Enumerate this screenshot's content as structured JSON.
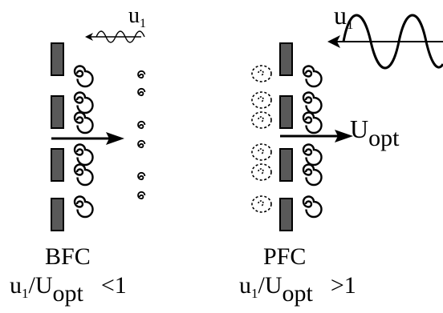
{
  "panels": {
    "left": {
      "name": "BFC",
      "ratio": {
        "u": "u",
        "u_sub": "1",
        "slash": "/U",
        "u_opt_sub": "opt",
        "relation": "<1"
      },
      "wave_label": {
        "u": "u",
        "sub": "1"
      }
    },
    "right": {
      "name": "PFC",
      "ratio": {
        "u": "u",
        "u_sub": "1",
        "slash": "/U",
        "u_opt_sub": "opt",
        "relation": ">1"
      },
      "wave_label": {
        "u": "u",
        "sub": "1"
      },
      "flow_label": {
        "main": "U",
        "sub": "opt"
      }
    }
  },
  "colors": {
    "plate": "#595959",
    "ink": "#000000"
  }
}
